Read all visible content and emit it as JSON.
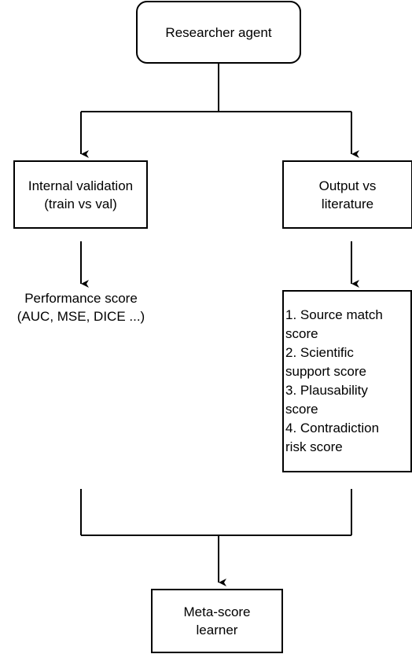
{
  "nodes": {
    "researcher": "Researcher agent",
    "internal_validation": "Internal validation\n(train vs val)",
    "output_vs_literature": "Output vs\nliterature",
    "performance_score": "Performance score\n(AUC, MSE, DICE ...)",
    "meta_score_learner": "Meta-score\nlearner"
  },
  "scores": [
    "1. Source match\nscore",
    "2. Scientific\nsupport score",
    "3. Plausability\nscore",
    "4. Contradiction\nrisk score"
  ]
}
